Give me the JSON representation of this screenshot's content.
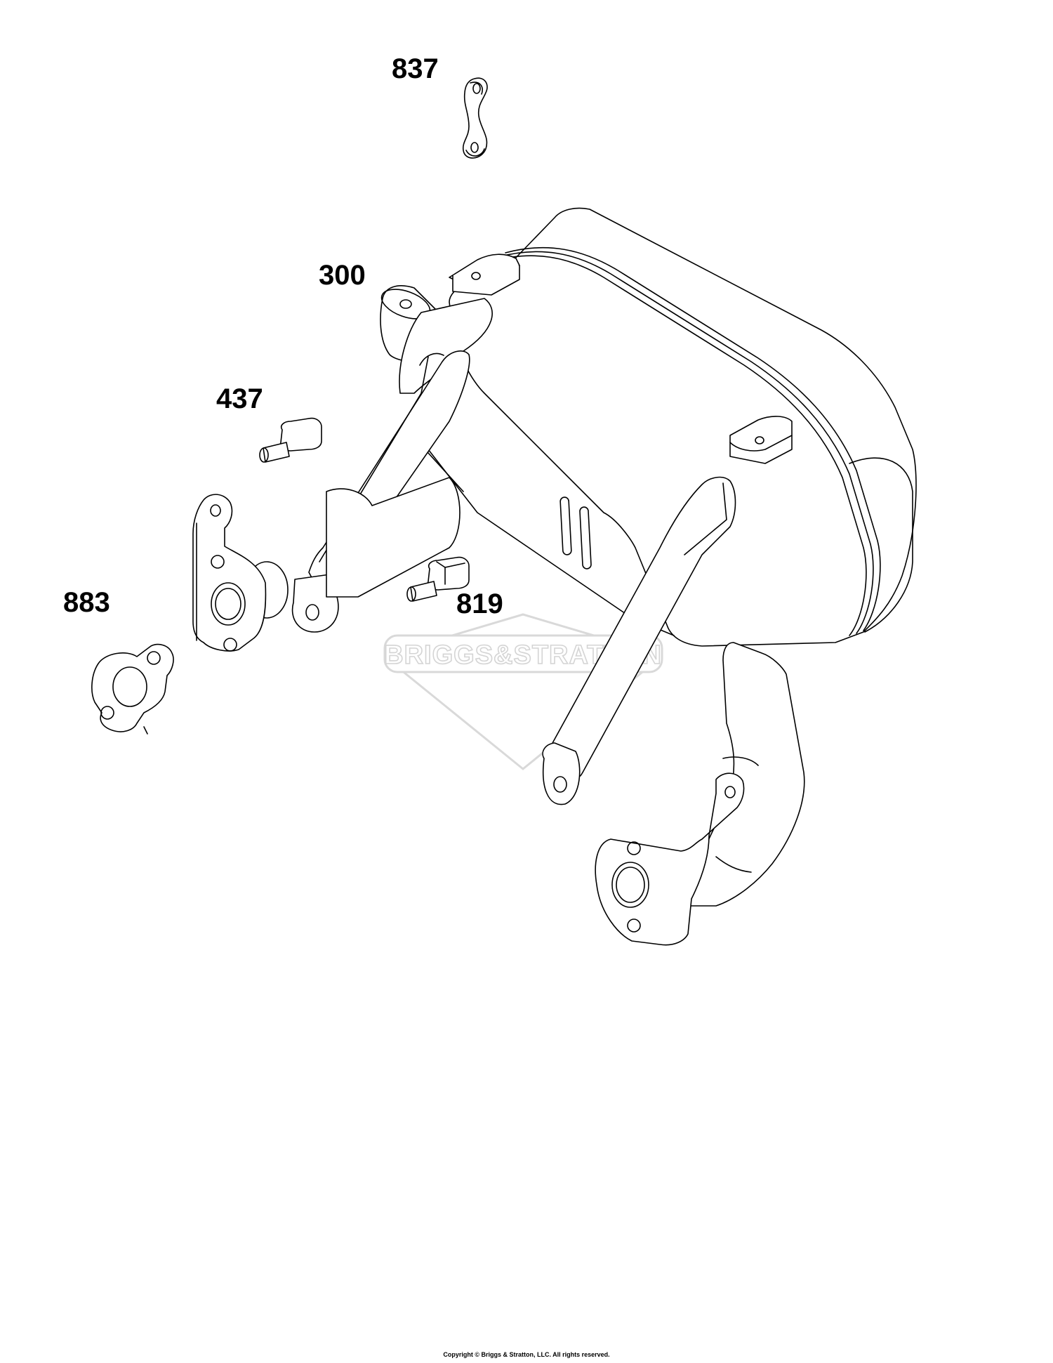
{
  "parts": [
    {
      "number": "837",
      "name": "muffler-strap"
    },
    {
      "number": "300",
      "name": "muffler"
    },
    {
      "number": "437",
      "name": "screw-437"
    },
    {
      "number": "883",
      "name": "exhaust-gasket"
    },
    {
      "number": "819",
      "name": "screw-819"
    }
  ],
  "watermark": {
    "text": "BRIGGS&STRATTON",
    "color": "#d8d8d8"
  },
  "copyright": "Copyright © Briggs & Stratton, LLC. All rights reserved.",
  "colors": {
    "line": "#000000",
    "background": "#ffffff"
  }
}
